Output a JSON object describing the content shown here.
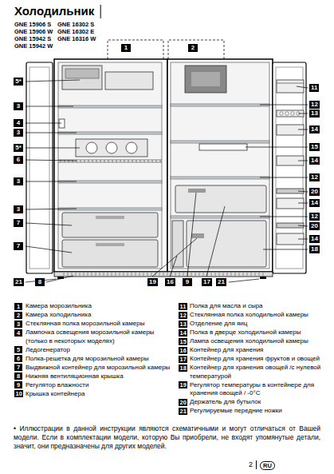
{
  "diagram": {
    "title": "Холодильник",
    "labels": [
      "GNE 15906 S",
      "GNE 16302 S",
      "GNE 15906 W",
      "GNE 16302 E",
      "GNE 15942 S",
      "GNE 16316 W",
      "GNE 15942 W",
      "1",
      "2",
      "5*",
      "3",
      "4",
      "3",
      "5*",
      "6",
      "3",
      "3",
      "7",
      "7",
      "11",
      "12",
      "13",
      "14",
      "15",
      "14",
      "12",
      "20",
      "14",
      "12",
      "20",
      "14",
      "18",
      "21",
      "8",
      "19",
      "16",
      "9",
      "17",
      "21",
      "1",
      "Камера морозильника",
      "2",
      "Камера холодильника",
      "3",
      "Стеклянная полка морозильной камеры",
      "4",
      "Лампочка освещения морозильной камеры (только в некоторых моделях)",
      "5",
      "Ледогенератор",
      "6",
      "Полка-решетка для морозильной камеры",
      "7",
      "Выдвижной контейнер для морозильной камеры",
      "8",
      "Нижняя вентиляционная крышка",
      "9",
      "Регулятор влажности",
      "10",
      "Крышка контейнера",
      "11",
      "Полка для масла и сыра",
      "12",
      "Стеклянная полка холодильной камеры",
      "13",
      "Отделение для яиц",
      "14",
      "Полка в дверце холодильной камеры",
      "15",
      "Лампа освещения холодильной камеры",
      "16",
      "Контейнер для хранения",
      "17",
      "Контейнер для хранения фруктов и овощей",
      "18",
      "Контейнер для хранения овощей /с нулевой температурой",
      "19",
      "Регулятор температуры в контейнере для хранения овощей / -0°C",
      "20",
      "Держатель для бутылок",
      "21",
      "Регулируемые передние ножки",
      "• Иллюстрации в данной инструкции являются схематичными и могут отличаться от Вашей модели. Если в комплектации модели, которую Вы приобрели, не входят упомянутые детали, значит, они предназначены для других моделей.",
      "2",
      "RU"
    ]
  }
}
